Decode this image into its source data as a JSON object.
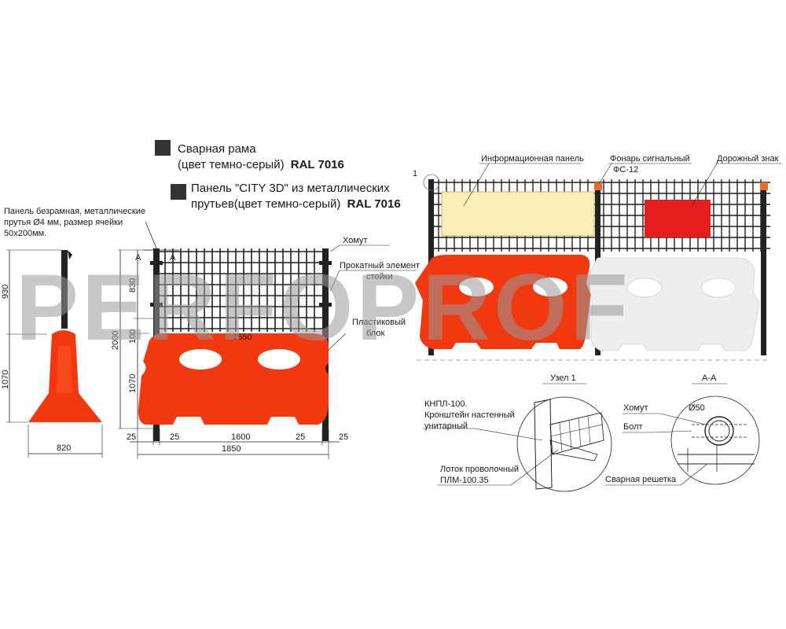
{
  "legend": {
    "frame_line1": "Сварная рама",
    "frame_line2_prefix": "(цвет темно-серый)",
    "frame_line2_ral": "RAL 7016",
    "panel_line1": "Панель \"CITY 3D\" из металлических",
    "panel_line2_prefix": "прутьев(цвет темно-серый)",
    "panel_line2_ral": "RAL 7016",
    "swatch_color": "#333333"
  },
  "panel_note": {
    "line1": "Панель безрамная, металлические",
    "line2": "прутья Ø4 мм, размер ячейки",
    "line3": "50x200мм."
  },
  "callouts": {
    "clamp": "Хомут",
    "rolled_element_line1": "Прокатный элемент",
    "rolled_element_line2": "стойки",
    "plastic_block_line1": "Пластиковый",
    "plastic_block_line2": "блок",
    "info_panel": "Информационная панель",
    "signal_lamp_line1": "Фонарь сигнальный",
    "signal_lamp_line2": "ФС-12",
    "road_sign": "Дорожный знак",
    "node_marker": "1",
    "section_marker": "А"
  },
  "dimensions": {
    "side_upper": "930",
    "side_lower": "1070",
    "side_base": "820",
    "front_upper": "830",
    "front_100": "100",
    "front_lower": "1070",
    "front_total": "2000",
    "front_block_top": "1550",
    "front_left_25a": "25",
    "front_left_25b": "25",
    "front_span": "1600",
    "front_right_25a": "25",
    "front_right_25b": "25",
    "front_overall": "1850"
  },
  "detail_node": {
    "title": "Узел 1",
    "label1_line1": "КНПЛ-100.",
    "label1_line2": "Кронштейн настенный",
    "label1_line3": "унитарный",
    "label2_line1": "Лоток проволочный",
    "label2_line2": "ПЛМ-100.35"
  },
  "detail_section": {
    "title": "А-А",
    "clamp": "Хомут",
    "diameter": "Ø50",
    "bolt": "Болт",
    "welded_grid": "Сварная решетка"
  },
  "watermark": "PERFOPROF",
  "colors": {
    "block_red": "#f2380f",
    "block_white": "#eeeeee",
    "info_panel_fill": "#fbefb7",
    "sign_red": "#e41d1d",
    "mesh": "#1e1e1e",
    "lamp": "#f26722"
  }
}
